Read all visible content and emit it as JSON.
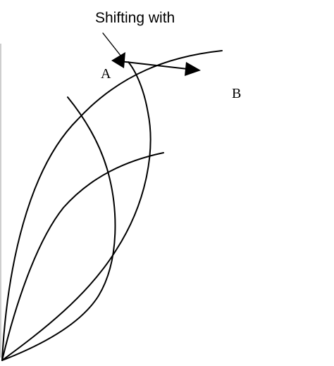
{
  "annotation": "Shifting with",
  "point_a": "A",
  "point_b": "B",
  "colors": {
    "background": "#ffffff",
    "ink": "#000000",
    "frame": "#bdbdbd"
  }
}
